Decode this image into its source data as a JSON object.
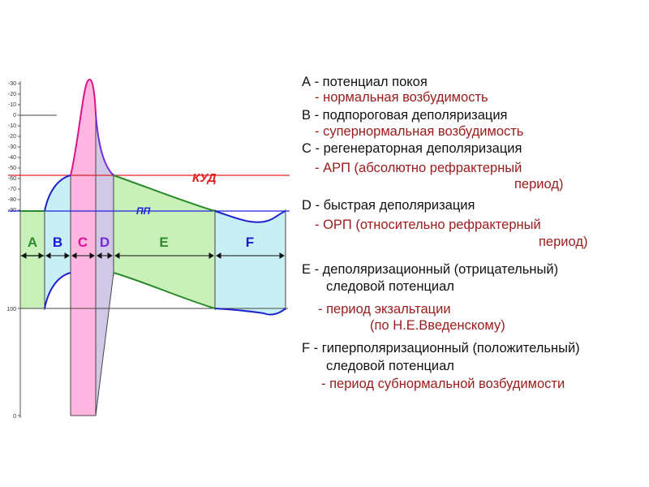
{
  "axis": {
    "ticks": [
      "-30",
      "-20",
      "-10",
      "0",
      "-10",
      "-20",
      "-30",
      "-40",
      "-50",
      "-60",
      "-70",
      "-80",
      "-90",
      "100",
      "0"
    ]
  },
  "diagram": {
    "threshold_label": "КУД",
    "resting_label": "ПП",
    "segments": [
      {
        "id": "A",
        "label": "A",
        "color": "#2e8b2e"
      },
      {
        "id": "B",
        "label": "B",
        "color": "#1a1ad0"
      },
      {
        "id": "C",
        "label": "C",
        "color": "#e0109a"
      },
      {
        "id": "D",
        "label": "D",
        "color": "#7a2ad8"
      },
      {
        "id": "E",
        "label": "E",
        "color": "#2e8b2e"
      },
      {
        "id": "F",
        "label": "F",
        "color": "#1a1ad0"
      }
    ],
    "colors": {
      "threshold_line": "#e02020",
      "resting_line": "#2020e0",
      "green_fill": "#c8f0b8",
      "cyan_fill": "#c8f0f4",
      "pink_fill": "#ffb6e0",
      "purple_fill": "#d0c8e6",
      "green_curve": "#2a8a2a",
      "blue_curve": "#2020d0",
      "pink_curve": "#e0108a"
    }
  },
  "legend": {
    "a_title": "А - потенциал покоя",
    "a_sub": "- нормальная возбудимость",
    "b_title": "В - подпороговая деполяризация",
    "b_sub": "- супернормальная возбудимость",
    "c_title": "С - регенераторная деполяризация",
    "c_sub_1": "- АРП (абсолютно рефрактерный",
    "c_sub_2": "период)",
    "d_title": "D - быстрая деполяризация",
    "d_sub_1": "- ОРП (относительно рефрактерный",
    "d_sub_2": "период)",
    "e_title_1": "Е - деполяризационный (отрицательный)",
    "e_title_2": "следовой потенциал",
    "e_sub_1": "- период экзальтации",
    "e_sub_2": "(по Н.Е.Введенскому)",
    "f_title_1": "F - гиперполяризационный (положительный)",
    "f_title_2": "следовой потенциал",
    "f_sub": "- период субнормальной возбудимости"
  }
}
